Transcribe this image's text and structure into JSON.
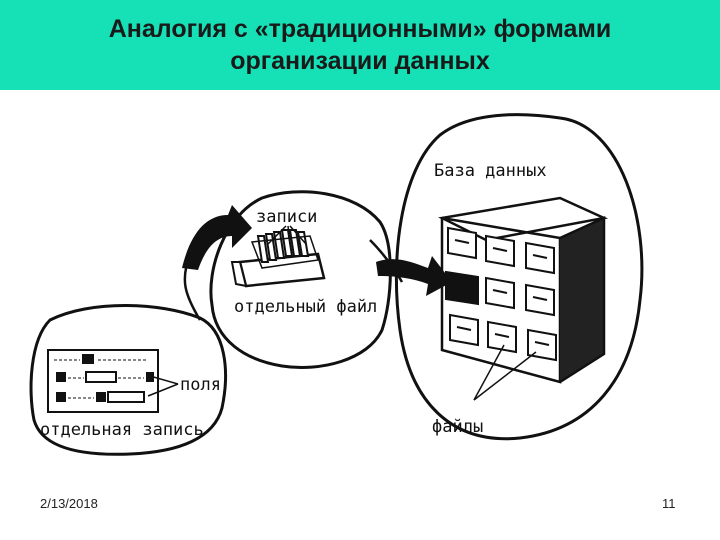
{
  "slide": {
    "title_line1": "Аналогия с «традиционными» формами",
    "title_line2": "организации данных",
    "date": "2/13/2018",
    "page_number": "11"
  },
  "diagram": {
    "database_label": "База данных",
    "records_label": "записи",
    "single_file_label": "отдельный файл",
    "fields_label": "поля",
    "single_record_label": "отдельная запись",
    "files_label": "файлы"
  },
  "colors": {
    "title_background": "#15e0b6",
    "ink": "#111111"
  }
}
